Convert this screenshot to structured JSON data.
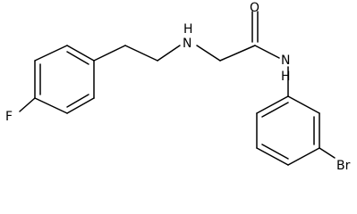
{
  "atoms": {
    "fluorine": "F",
    "amine_nh": "H",
    "amine_n": "N",
    "carbonyl_o": "O",
    "amide_n": "N",
    "amide_h": "H",
    "bromine": "Br"
  },
  "colors": {
    "bond": "#000000",
    "label": "#000000",
    "background": "#ffffff"
  }
}
